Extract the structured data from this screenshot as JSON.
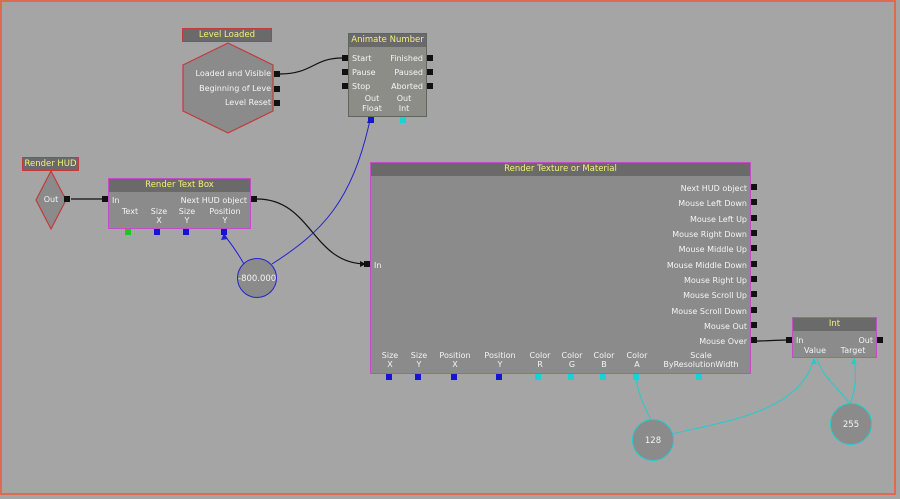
{
  "colors": {
    "background": "#a5a5a5",
    "frame_border": "#e06a4f",
    "title_text": "#f6f07a",
    "node_border": "#c44cc4",
    "event_border": "#c43a3a",
    "wire_exec": "#111111",
    "wire_float": "#2222cc",
    "wire_int": "#22cccc",
    "var_blue": "#1414d4",
    "var_green": "#22c422",
    "var_cyan": "#14d4d4"
  },
  "level_loaded": {
    "title": "Level Loaded",
    "outputs": [
      "Loaded and Visible",
      "Beginning of Leve",
      "Level Reset"
    ]
  },
  "render_hud": {
    "title": "Render HUD",
    "output": "Out"
  },
  "animate_number": {
    "title": "Animate Number",
    "inputs": [
      "Start",
      "Pause",
      "Stop"
    ],
    "outputs": [
      "Finished",
      "Paused",
      "Aborted"
    ],
    "var_out_float": "Out\nFloat",
    "var_out_float_line1": "Out",
    "var_out_float_line2": "Float",
    "var_out_int_line1": "Out",
    "var_out_int_line2": "Int"
  },
  "render_text_box": {
    "title": "Render Text Box",
    "input": "In",
    "output": "Next HUD object",
    "vars": [
      {
        "l1": "Text",
        "l2": ""
      },
      {
        "l1": "Size",
        "l2": "X"
      },
      {
        "l1": "Size",
        "l2": "Y"
      },
      {
        "l1": "Position",
        "l2": "Y"
      }
    ]
  },
  "render_texture": {
    "title": "Render Texture or Material",
    "input": "In",
    "outputs": [
      "Next HUD object",
      "Mouse Left Down",
      "Mouse Left Up",
      "Mouse Right Down",
      "Mouse Middle Up",
      "Mouse Middle Down",
      "Mouse Right Up",
      "Mouse Scroll Up",
      "Mouse Scroll Down",
      "Mouse Out",
      "Mouse Over"
    ],
    "vars": [
      {
        "l1": "Size",
        "l2": "X"
      },
      {
        "l1": "Size",
        "l2": "Y"
      },
      {
        "l1": "Position",
        "l2": "X"
      },
      {
        "l1": "Position",
        "l2": "Y"
      },
      {
        "l1": "Color",
        "l2": "R"
      },
      {
        "l1": "Color",
        "l2": "G"
      },
      {
        "l1": "Color",
        "l2": "B"
      },
      {
        "l1": "Color",
        "l2": "A"
      },
      {
        "l1": "Scale",
        "l2": "ByResolutionWidth"
      }
    ]
  },
  "int_node": {
    "title": "Int",
    "input": "In",
    "output": "Out",
    "vars": [
      {
        "l1": "Value"
      },
      {
        "l1": "Target"
      }
    ]
  },
  "variables": {
    "float_value": "-800.000",
    "int_a": "128",
    "int_b": "255"
  }
}
